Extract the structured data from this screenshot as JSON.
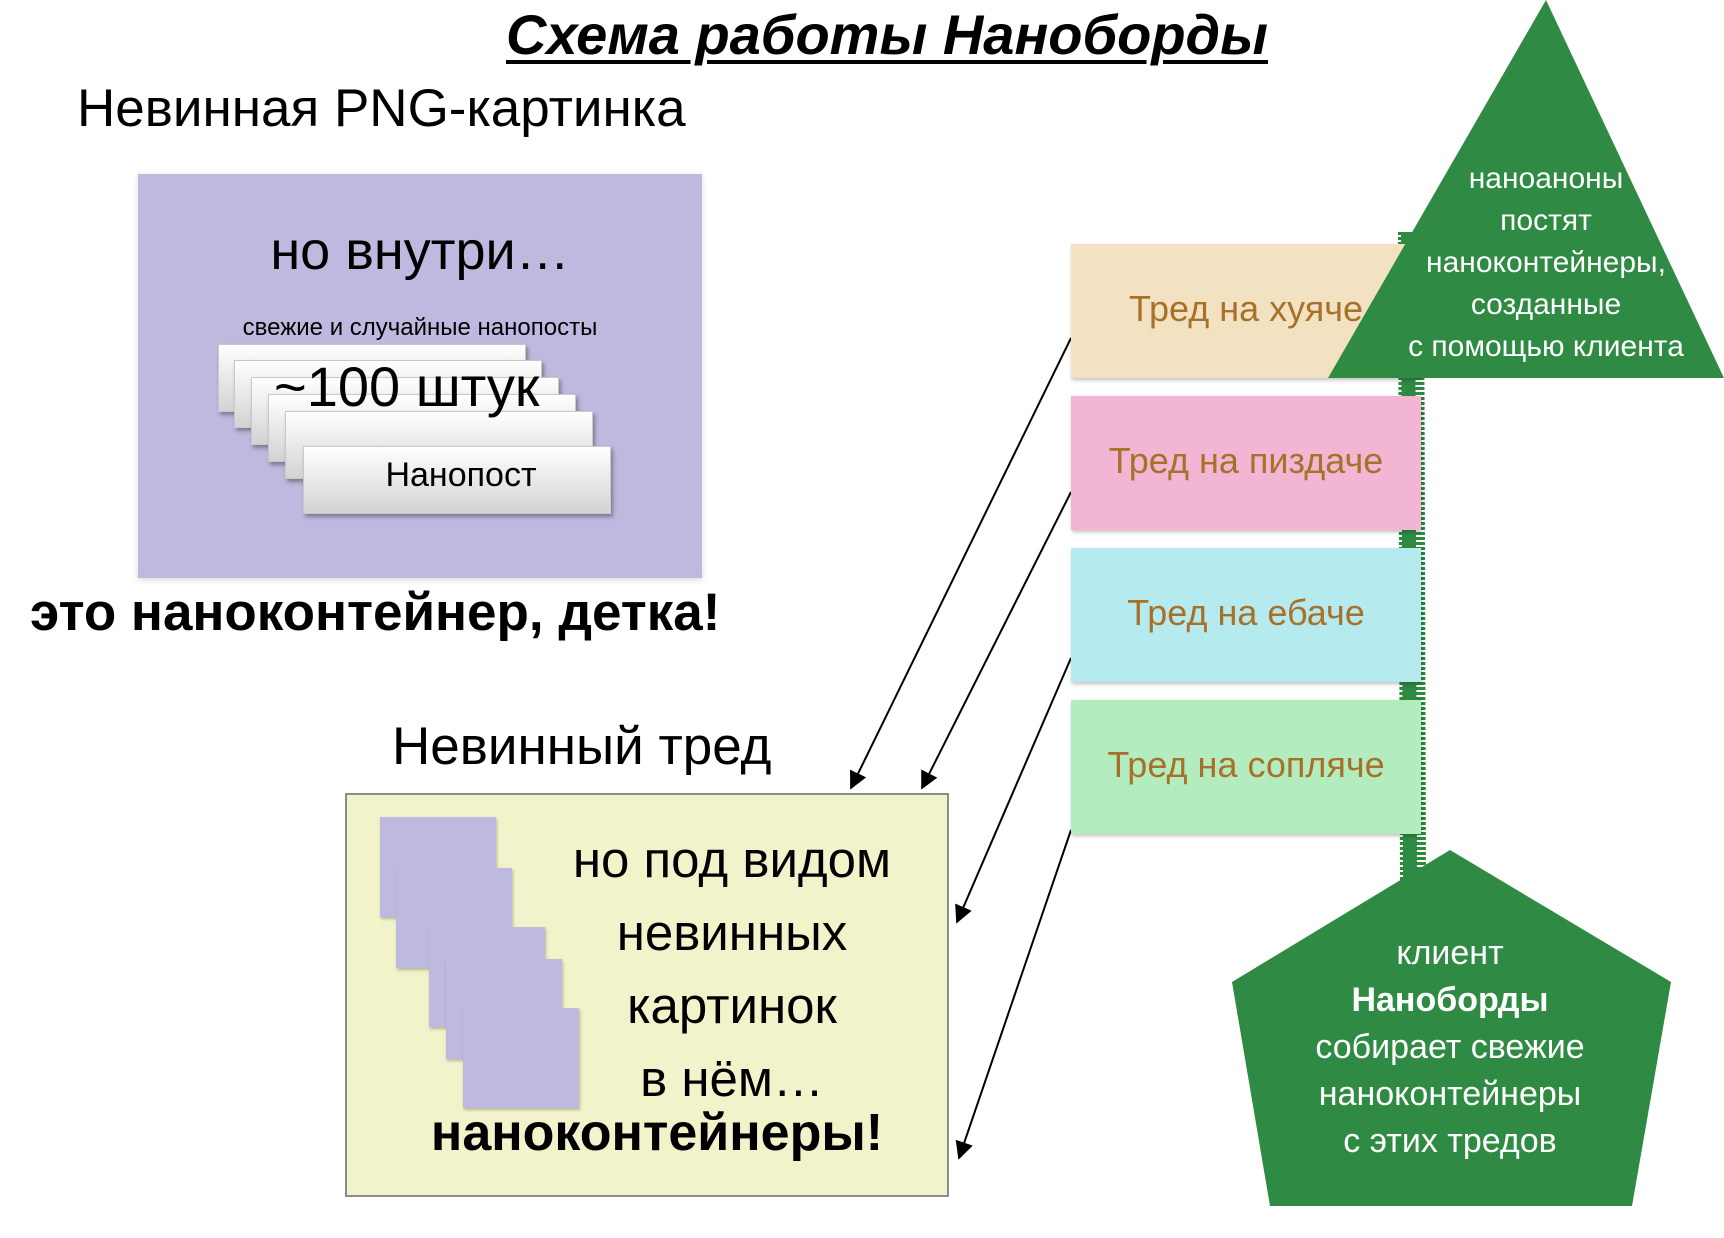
{
  "title": "Схема работы Наноборды",
  "png_section": {
    "heading": "Невинная PNG-картинка",
    "inside": "но внутри…",
    "subtitle": "свежие и случайные нанопосты",
    "count": "~100 штук",
    "post_label": "Нанопост",
    "box_color": "#bebadf"
  },
  "slogan": "это наноконтейнер, детка!",
  "thread_section": {
    "heading": "Невинный тред",
    "lines": [
      "но под видом",
      "невинных",
      "картинок",
      "в нём…"
    ],
    "footer": "наноконтейнеры!",
    "box_color": "#f2f3cb"
  },
  "threads": [
    {
      "label": "Тред на хуяче",
      "color": "#f2e2c2"
    },
    {
      "label": "Тред на пиздаче",
      "color": "#f2b5d3"
    },
    {
      "label": "Тред на ебаче",
      "color": "#b5ebee"
    },
    {
      "label": "Тред на сопляче",
      "color": "#b3edbf"
    }
  ],
  "triangle": {
    "lines": [
      "наноаноны",
      "постят",
      "наноконтейнеры,",
      "созданные",
      "с помощью клиента"
    ],
    "color": "#2f8a43"
  },
  "pentagon": {
    "line1": "клиент",
    "line2": "Наноборды",
    "lines_rest": [
      "собирает свежие",
      "наноконтейнеры",
      "с этих тредов"
    ],
    "color": "#2f8a43"
  },
  "text_color_threads": "#a8712a"
}
